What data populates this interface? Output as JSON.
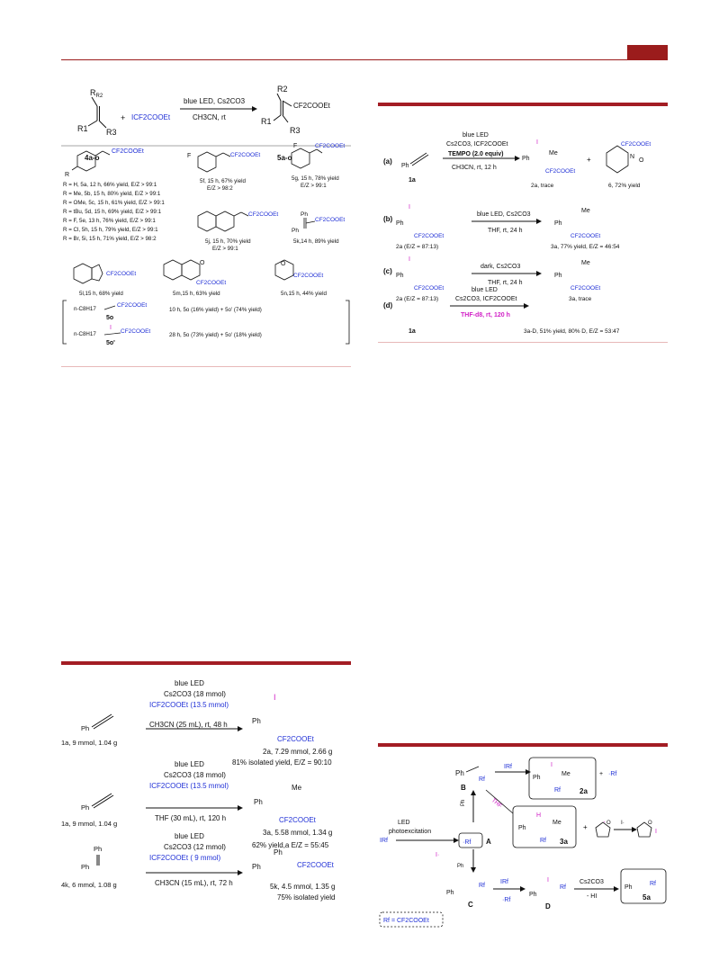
{
  "scheme_top": {
    "reactant1": "4a-o",
    "reagent": "ICF2COOEt",
    "conditions": [
      "blue LED, Cs2CO3",
      "CH3CN, rt"
    ],
    "product": "5a-o",
    "substituents": [
      "R1",
      "R2",
      "R3"
    ],
    "product_group": "CF2COOEt",
    "substrate_label": "CF2COOEt",
    "rows_R": [
      "R = H, 5a, 12 h, 66% yield, E/Z > 99:1",
      "R = Me, 5b, 15 h, 80% yield, E/Z > 99:1",
      "R = OMe, 5c, 15 h, 61% yield, E/Z > 99:1",
      "R = tBu, 5d, 15 h, 69% yield, E/Z > 99:1",
      "R = F, 5e, 13 h, 76% yield, E/Z > 99:1",
      "R = Cl, 5h, 15 h, 79% yield, E/Z > 99:1",
      "R = Br, 5i, 15 h, 71% yield, E/Z > 98:2"
    ],
    "f": [
      "5f, 15 h, 67% yield",
      "E/Z > 98:2"
    ],
    "g": [
      "5g, 15 h, 78% yield",
      "E/Z > 99:1"
    ],
    "j": [
      "5j, 15 h, 70% yield",
      "E/Z > 99:1"
    ],
    "k": "5k,14 h, 89% yield",
    "l": "5l,15 h, 68% yield",
    "m": "5m,15 h, 63% yield",
    "n": "5n,15 h, 44% yield",
    "o_row1": "10 h, 5o (16% yield) + 5o' (74% yield)",
    "o_row2": "28 h, 5o (73% yield) + 5o' (18% yield)",
    "o_lab": "5o",
    "op_lab": "5o'",
    "chain": "n-C8H17"
  },
  "scheme_right": {
    "a": {
      "tag": "(a)",
      "cond": [
        "blue LED",
        "Cs2CO3, ICF2COOEt",
        "TEMPO (2.0 equiv)",
        "CH3CN, rt, 12 h"
      ],
      "p1": "2a, trace",
      "p2": "6, 72% yield",
      "sm": "1a"
    },
    "b": {
      "tag": "(b)",
      "cond": [
        "blue LED, Cs2CO3",
        "THF, rt, 24 h"
      ],
      "sm": "2a (E/Z = 87:13)",
      "p": "3a, 77% yield, E/Z = 46:54"
    },
    "c": {
      "tag": "(c)",
      "cond": [
        "dark, Cs2CO3",
        "THF, rt, 24 h"
      ],
      "sm": "2a (E/Z = 87:13)",
      "p": "3a, trace"
    },
    "d": {
      "tag": "(d)",
      "cond": [
        "blue LED",
        "Cs2CO3, ICF2COOEt",
        "THF-d8, rt, 120 h"
      ],
      "sm": "1a",
      "p": "3a-D, 51% yield, 80% D, E/Z = 53:47"
    }
  },
  "scale": [
    {
      "cond": [
        "blue LED",
        "Cs2CO3 (18 mmol)",
        "ICF2COOEt (13.5 mmol)",
        "CH3CN (25 mL), rt, 48 h"
      ],
      "sm": "1a, 9 mmol, 1.04 g",
      "p": [
        "2a, 7.29 mmol, 2.66 g",
        "81% isolated yield, E/Z = 90:10"
      ]
    },
    {
      "cond": [
        "blue LED",
        "Cs2CO3 (18 mmol)",
        "ICF2COOEt (13.5 mmol)",
        "THF (30 mL), rt, 120 h"
      ],
      "sm": "1a, 9 mmol, 1.04 g",
      "p": [
        "3a, 5.58 mmol, 1.34 g",
        "62% yield,a E/Z = 55:45"
      ]
    },
    {
      "cond": [
        "blue LED",
        "Cs2CO3 (12 mmol)",
        "ICF2COOEt ( 9 mmol)",
        "CH3CN (15 mL), rt, 72 h"
      ],
      "sm": "4k, 6 mmol, 1.08 g",
      "p": [
        "5k, 4.5 mmol, 1.35 g",
        "75% isolated yield"
      ]
    }
  ],
  "mechanism": {
    "irf": "IRf",
    "led": [
      "LED",
      "photoexcitation"
    ],
    "rf_def": "Rf = CF2COOEt",
    "A": "A",
    "B": "B",
    "C": "C",
    "D": "D",
    "p2a": "2a",
    "p3a": "3a",
    "p5a": "5a",
    "thf": "THF",
    "base": [
      "Cs2CO3",
      "- HI"
    ]
  }
}
